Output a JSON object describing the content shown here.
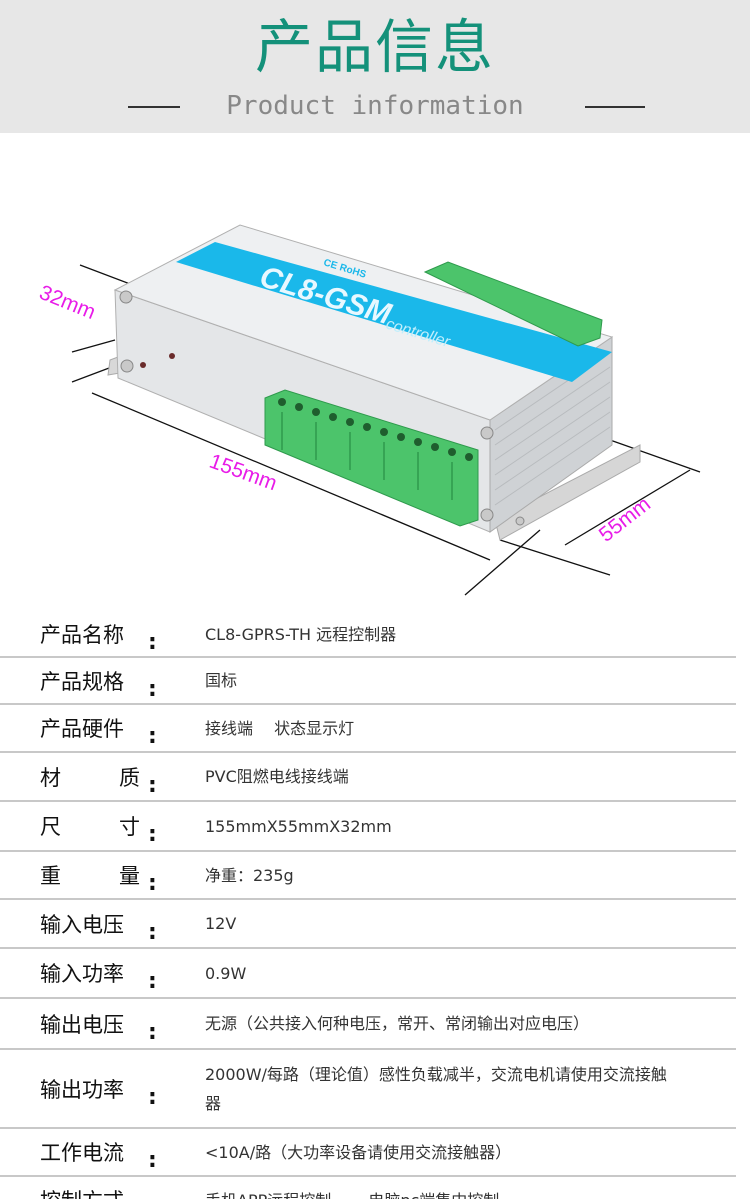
{
  "header": {
    "title": "产品信息",
    "subtitle": "Product information"
  },
  "figure": {
    "model_label": "CL8-GSM",
    "sub_label": "controller",
    "cert_label": "CE RoHS",
    "dims": {
      "height": "32mm",
      "length": "155mm",
      "width": "55mm"
    },
    "colors": {
      "dimension": "#e81ce8",
      "panel": "#1ab8ea",
      "terminal": "#4cc46b"
    }
  },
  "specs": [
    {
      "label": "产品名称",
      "value": "CL8-GPRS-TH 远程控制器"
    },
    {
      "label": "产品规格",
      "value": "国标"
    },
    {
      "label": "产品硬件",
      "value": "接线端　 状态显示灯"
    },
    {
      "label": "材质",
      "value": "PVC阻燃电线接线端"
    },
    {
      "label": "尺寸",
      "value": "155mmX55mmX32mm"
    },
    {
      "label": "重量",
      "value": "净重：235g"
    },
    {
      "label": "输入电压",
      "value": "12V"
    },
    {
      "label": "输入功率",
      "value": "0.9W"
    },
    {
      "label": "输出电压",
      "value": "无源（公共接入何种电压，常开、常闭输出对应电压）"
    },
    {
      "label": "输出功率",
      "value": "2000W/每路（理论值）感性负载减半，交流电机请使用交流接触器"
    },
    {
      "label": "工作电流",
      "value": "<10A/路（大功率设备请使用交流接触器）"
    },
    {
      "label": "控制方式",
      "value": "手机APP远程控制　　 电脑pc端集中控制"
    }
  ]
}
